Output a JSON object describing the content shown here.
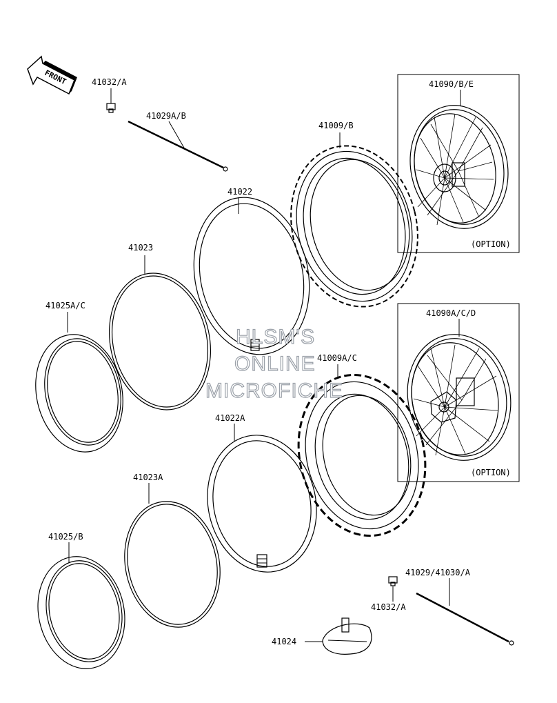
{
  "front_arrow": {
    "label": "FRONT"
  },
  "labels": {
    "p41032_top": "41032/A",
    "p41029": "41029A/B",
    "p41022": "41022",
    "p41023": "41023",
    "p41025ac": "41025A/C",
    "p41009b": "41009/B",
    "p41090be": "41090/B/E",
    "p41090acd": "41090A/C/D",
    "p41009ac": "41009A/C",
    "p41022a": "41022A",
    "p41023a": "41023A",
    "p41025b": "41025/B",
    "p41029_41030": "41029/41030/A",
    "p41032_bottom": "41032/A",
    "p41024": "41024",
    "option_top": "(OPTION)",
    "option_bottom": "(OPTION)"
  },
  "watermark": {
    "line1": "HLSM'S",
    "line2": "ONLINE",
    "line3": "MICROFICHE"
  }
}
